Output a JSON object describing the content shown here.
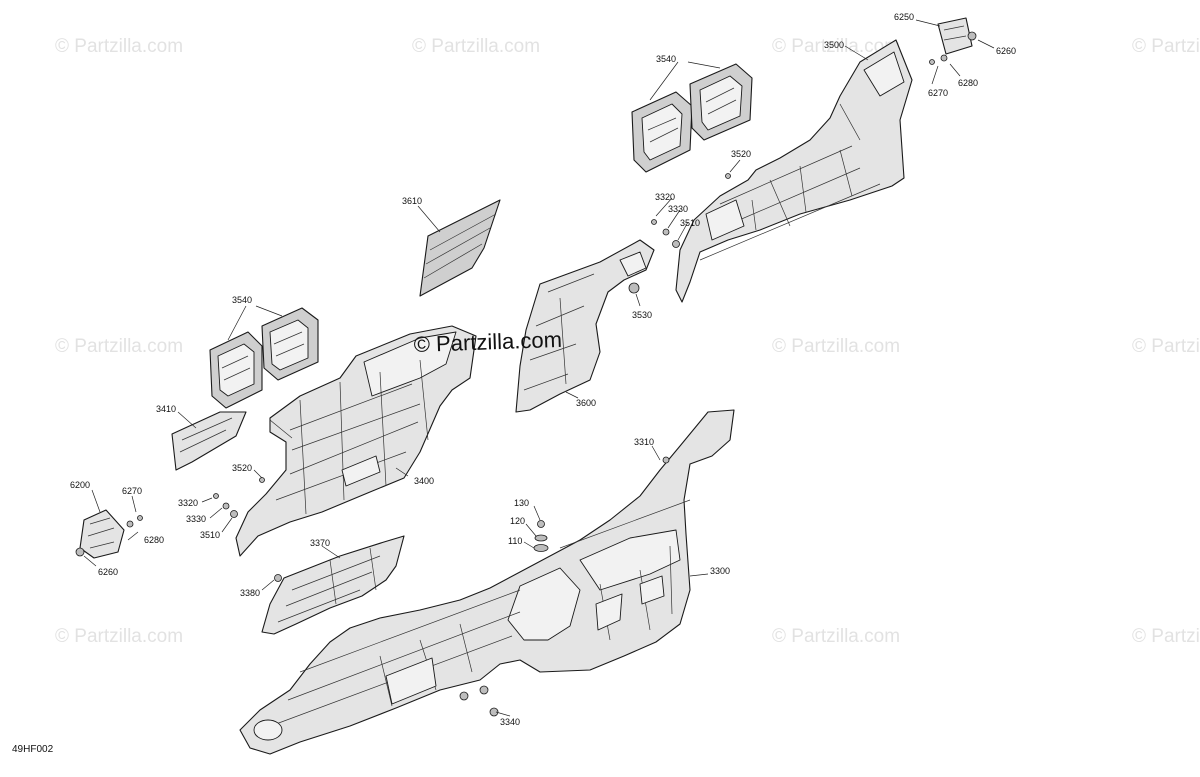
{
  "diagram": {
    "code": "49HF002",
    "watermark": "© Partzilla.com",
    "center_watermark": "© Partzilla.com",
    "callouts": {
      "c3540a": "3540",
      "c3500": "3500",
      "c6250": "6250",
      "c6260a": "6260",
      "c6270a": "6270",
      "c6280a": "6280",
      "c3520a": "3520",
      "c3320a": "3320",
      "c3330a": "3330",
      "c3510a": "3510",
      "c3610": "3610",
      "c3530": "3530",
      "c3540b": "3540",
      "c3600": "3600",
      "c3410": "3410",
      "c3520b": "3520",
      "c3400": "3400",
      "c6200": "6200",
      "c6270b": "6270",
      "c3320b": "3320",
      "c3330b": "3330",
      "c3510b": "3510",
      "c6280b": "6280",
      "c6260b": "6260",
      "c3310": "3310",
      "c130": "130",
      "c120": "120",
      "c110": "110",
      "c3370": "3370",
      "c3380": "3380",
      "c3300": "3300",
      "c3340": "3340"
    }
  }
}
